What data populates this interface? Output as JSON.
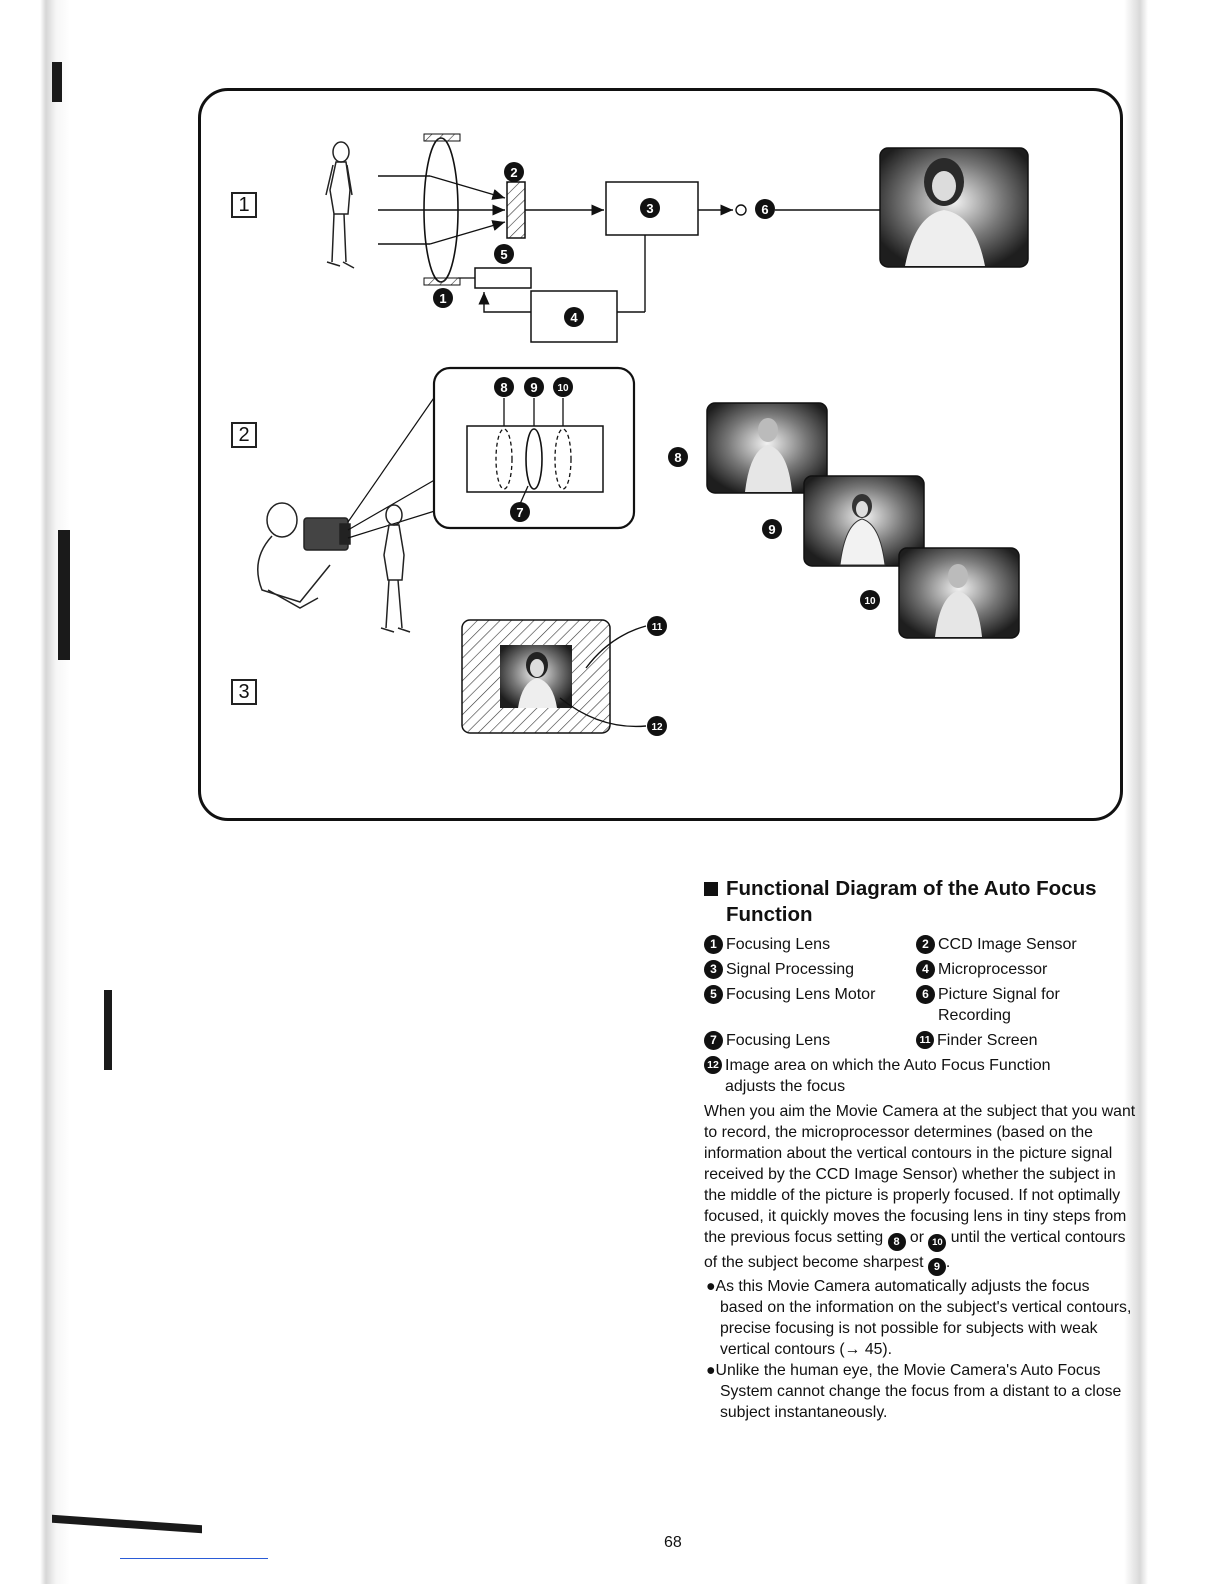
{
  "figure": {
    "sections": [
      "1",
      "2",
      "3"
    ],
    "callouts": {
      "n1": "1",
      "n2": "2",
      "n3": "3",
      "n4": "4",
      "n5": "5",
      "n6": "6",
      "n7": "7",
      "n8": "8",
      "n9": "9",
      "n10": "10",
      "n11": "11",
      "n12": "12"
    }
  },
  "heading": {
    "line1": "Functional Diagram of the Auto Focus",
    "line2": "Function"
  },
  "legend": [
    {
      "num": "1",
      "label": "Focusing Lens"
    },
    {
      "num": "2",
      "label": "CCD Image Sensor"
    },
    {
      "num": "3",
      "label": "Signal Processing"
    },
    {
      "num": "4",
      "label": "Microprocessor"
    },
    {
      "num": "5",
      "label": "Focusing Lens Motor"
    },
    {
      "num": "6",
      "label": "Picture Signal for Recording"
    },
    {
      "num": "7",
      "label": "Focusing Lens"
    },
    {
      "num": "11",
      "label": "Finder Screen"
    },
    {
      "num": "12",
      "label": "Image area on which the Auto Focus Function adjusts the focus"
    }
  ],
  "body": {
    "para_part1": "When you aim the Movie Camera at the subject that you want to record, the microprocessor determines (based on the information about the vertical contours in the picture signal received by the CCD Image Sensor) whether the subject in the middle of the picture is properly focused. If not optimally focused, it quickly moves the focusing lens in tiny steps from the previous focus setting",
    "ref_a": "8",
    "or": "or",
    "ref_b": "10",
    "para_part2": "until the vertical contours of the subject become sharpest",
    "ref_c": "9",
    "bullets": [
      "As this Movie Camera automatically adjusts the focus based on the information on the subject's vertical contours, precise focusing is not possible for subjects with weak vertical contours (→ 45).",
      "Unlike the human eye, the Movie Camera's Auto Focus System cannot change the focus from a distant to a close subject instantaneously."
    ]
  },
  "page_number": "68"
}
